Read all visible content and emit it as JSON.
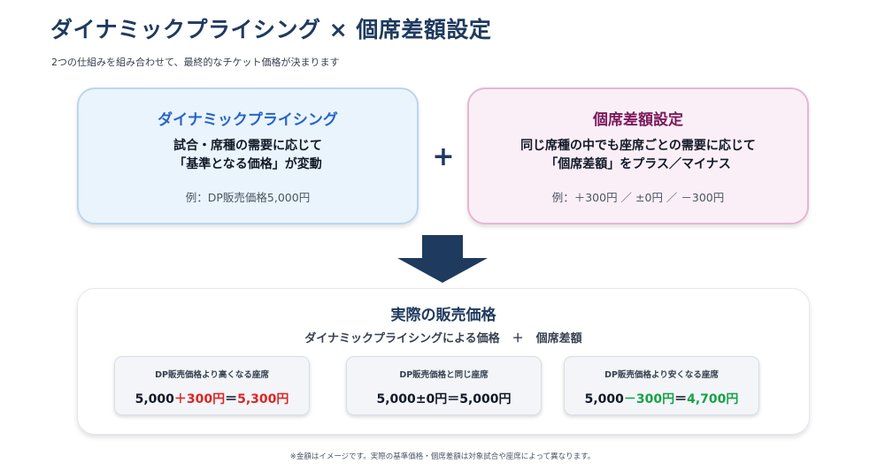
{
  "header": {
    "title": "ダイナミックプライシング × 個席差額設定",
    "subtitle": "2つの仕組みを組み合わせて、最終的なチケット価格が決まります"
  },
  "cards": {
    "dynamic_pricing": {
      "title": "ダイナミックプライシング",
      "desc_line1": "試合・席種の需要に応じて",
      "desc_line2": "「基準となる価格」が変動",
      "example": "例：DP販売価格5,000円"
    },
    "plus_sign": "+",
    "seat_difference": {
      "title": "個席差額設定",
      "desc_line1": "同じ席種の中でも座席ごとの需要に応じて",
      "desc_line2": "「個席差額」をプラス／マイナス",
      "example": "例：＋300円 ／ ±0円 ／ －300円"
    }
  },
  "result": {
    "title": "実際の販売価格",
    "formula_left": "ダイナミックプライシングによる価格",
    "formula_op": "＋",
    "formula_right": "個席差額",
    "examples": [
      {
        "label": "DP販売価格より高くなる座席",
        "base": "5,000",
        "delta": "＋300円",
        "equals": "＝",
        "total": "5,300円"
      },
      {
        "label": "DP販売価格と同じ座席",
        "base": "5,000",
        "delta": "±0円",
        "equals": "＝",
        "total": "5,000円"
      },
      {
        "label": "DP販売価格より安くなる座席",
        "base": "5,000",
        "delta": "－300円",
        "equals": "＝",
        "total": "4,700円"
      }
    ]
  },
  "footnote": "※金額はイメージです。実際の基準価格・個席差額は対象試合や座席によって異なります。",
  "colors": {
    "navy": "#1e3a5f",
    "dp_blue": "#2563c9",
    "seat_purple": "#7a1a5c",
    "increase_red": "#dc2626",
    "decrease_green": "#16a34a"
  },
  "icons": {
    "down_arrow": "down-arrow-icon"
  }
}
